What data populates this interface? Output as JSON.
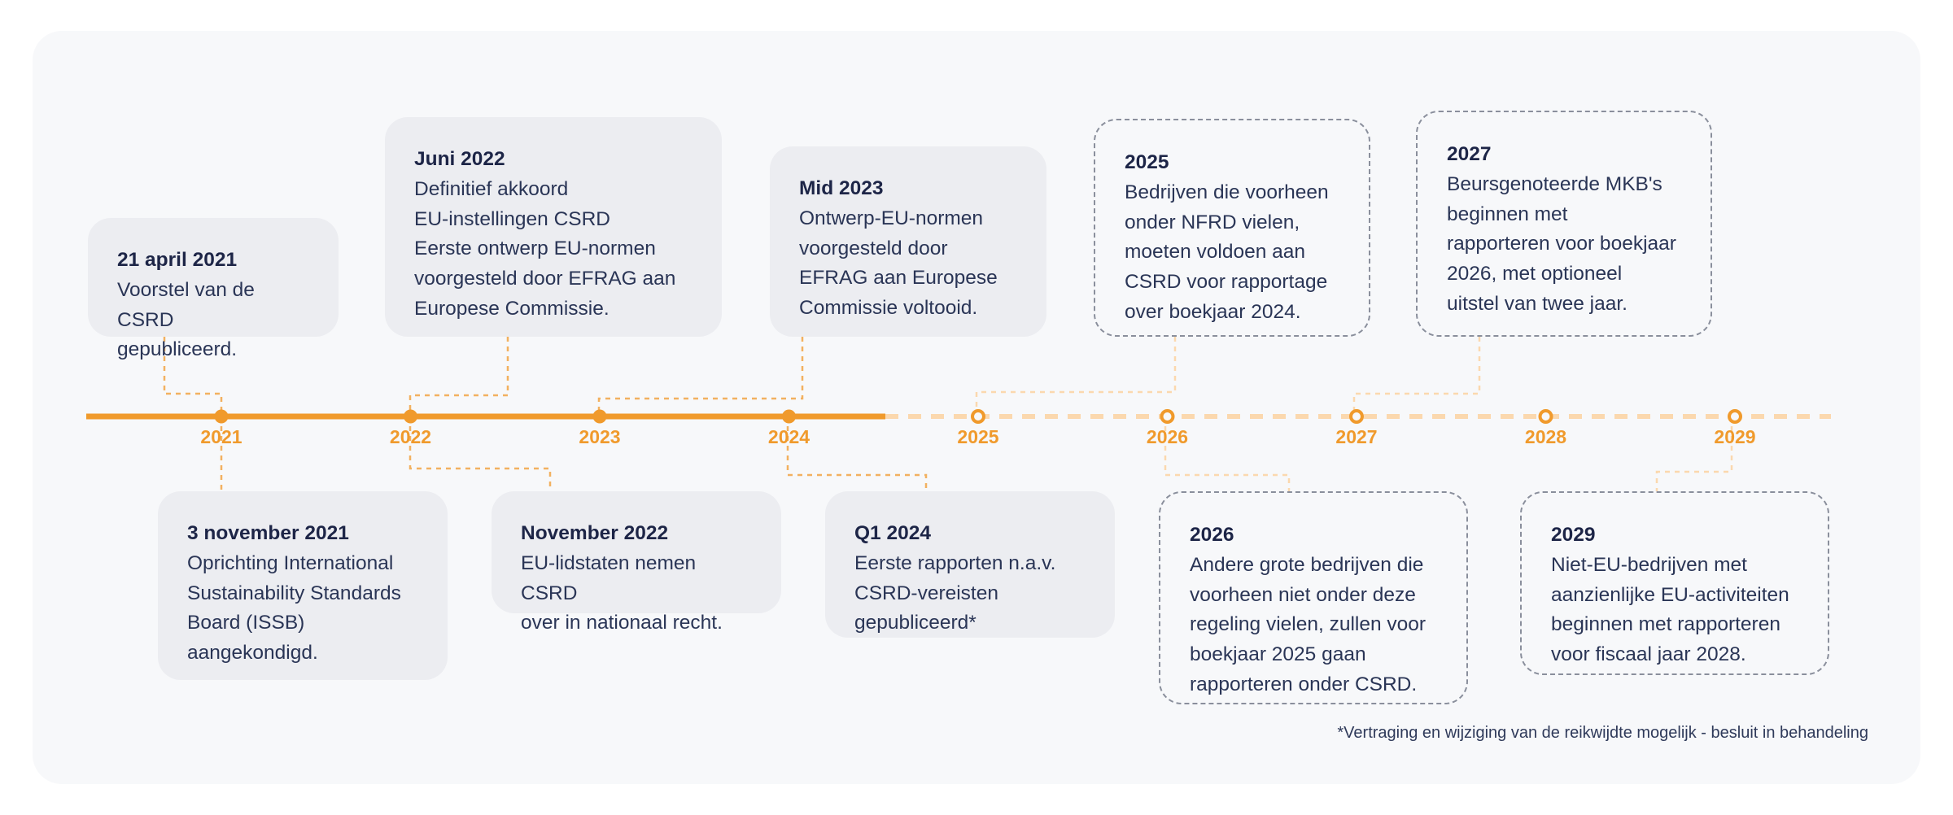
{
  "colors": {
    "accent": "#f09a2c",
    "accent_light": "#fbd8ae",
    "past_card": "#ecedf1",
    "panel": "#f7f8fa",
    "dashed_border": "#8a8f9c"
  },
  "years": [
    "2021",
    "2022",
    "2023",
    "2024",
    "2025",
    "2026",
    "2027",
    "2028",
    "2029"
  ],
  "events": [
    {
      "id": "e2021a",
      "date": "21 april 2021",
      "lines": [
        "Voorstel van de CSRD",
        "gepubliceerd."
      ]
    },
    {
      "id": "e2022a",
      "date": "Juni 2022",
      "lines": [
        "Definitief akkoord",
        "EU-instellingen CSRD",
        "Eerste ontwerp EU-normen",
        "voorgesteld door EFRAG aan",
        "Europese Commissie."
      ]
    },
    {
      "id": "e2023a",
      "date": "Mid 2023",
      "lines": [
        "Ontwerp-EU-normen",
        "voorgesteld door",
        "EFRAG aan Europese",
        "Commissie voltooid."
      ]
    },
    {
      "id": "e2025a",
      "date": "2025",
      "lines": [
        "Bedrijven die voorheen",
        "onder NFRD vielen,",
        "moeten voldoen aan",
        "CSRD voor rapportage",
        "over boekjaar 2024."
      ]
    },
    {
      "id": "e2027a",
      "date": "2027",
      "lines": [
        "Beursgenoteerde MKB's",
        "beginnen met",
        "rapporteren voor boekjaar",
        "2026, met optioneel",
        "uitstel van twee jaar."
      ]
    },
    {
      "id": "e2021b",
      "date": "3 november 2021",
      "lines": [
        "Oprichting International",
        "Sustainability Standards",
        "Board (ISSB)",
        "aangekondigd."
      ]
    },
    {
      "id": "e2022b",
      "date": "November 2022",
      "lines": [
        "EU-lidstaten nemen CSRD",
        "over in nationaal recht."
      ]
    },
    {
      "id": "e2024b",
      "date": "Q1 2024",
      "lines": [
        "Eerste rapporten n.a.v.",
        "CSRD-vereisten",
        "gepubliceerd*"
      ]
    },
    {
      "id": "e2026b",
      "date": "2026",
      "lines": [
        "Andere grote bedrijven die",
        "voorheen niet onder deze",
        "regeling vielen, zullen voor",
        "boekjaar 2025 gaan",
        "rapporteren onder CSRD."
      ]
    },
    {
      "id": "e2029b",
      "date": "2029",
      "lines": [
        "Niet-EU-bedrijven met",
        "aanzienlijke EU-activiteiten",
        "beginnen met rapporteren",
        "voor fiscaal jaar 2028."
      ]
    }
  ],
  "footnote": "*Vertraging en wijziging van de reikwijdte mogelijk - besluit in behandeling"
}
